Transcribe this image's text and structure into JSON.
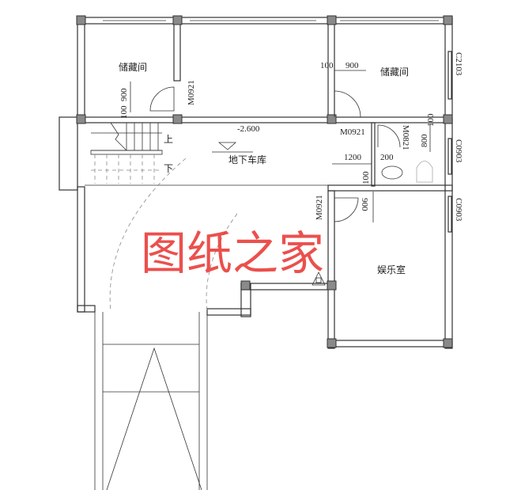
{
  "rooms": {
    "storage_left": "储藏间",
    "storage_right": "储藏间",
    "garage": "地下车库",
    "entertainment": "娱乐室"
  },
  "elevation": "-2.600",
  "stairs": {
    "up": "上",
    "down": "下"
  },
  "doors": {
    "storage_left": "M0921",
    "bath_entry": "M0921",
    "bath": "M0821",
    "entertainment": "M0921"
  },
  "windows": {
    "storage_right": "C2103",
    "bath": "C0903",
    "entertainment": "C0903"
  },
  "dimensions": {
    "left_door_width": "900",
    "left_door_offset": "100",
    "right_door_offset": "100",
    "right_door_width": "900",
    "corridor_width": "1200",
    "bath_gap": "200",
    "bath_door_width": "800",
    "bath_door_offset": "100",
    "lower_offset": "100",
    "ent_door_width": "900"
  },
  "watermark": "图纸之家",
  "colors": {
    "watermark": "#e8322f",
    "walls": "#333333",
    "columns": "#8a8a8a"
  }
}
